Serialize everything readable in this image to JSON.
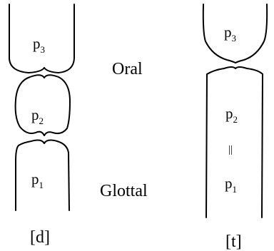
{
  "labels": {
    "oral": "Oral",
    "glottal": "Glottal",
    "equals_sign": "||"
  },
  "left_diagram": {
    "caption": "[d]",
    "p3": {
      "base": "p",
      "sub": "3"
    },
    "p2": {
      "base": "p",
      "sub": "2"
    },
    "p1": {
      "base": "p",
      "sub": "1"
    }
  },
  "right_diagram": {
    "caption": "[t]",
    "p3": {
      "base": "p",
      "sub": "3"
    },
    "p2": {
      "base": "p",
      "sub": "2"
    },
    "p1": {
      "base": "p",
      "sub": "1"
    }
  }
}
